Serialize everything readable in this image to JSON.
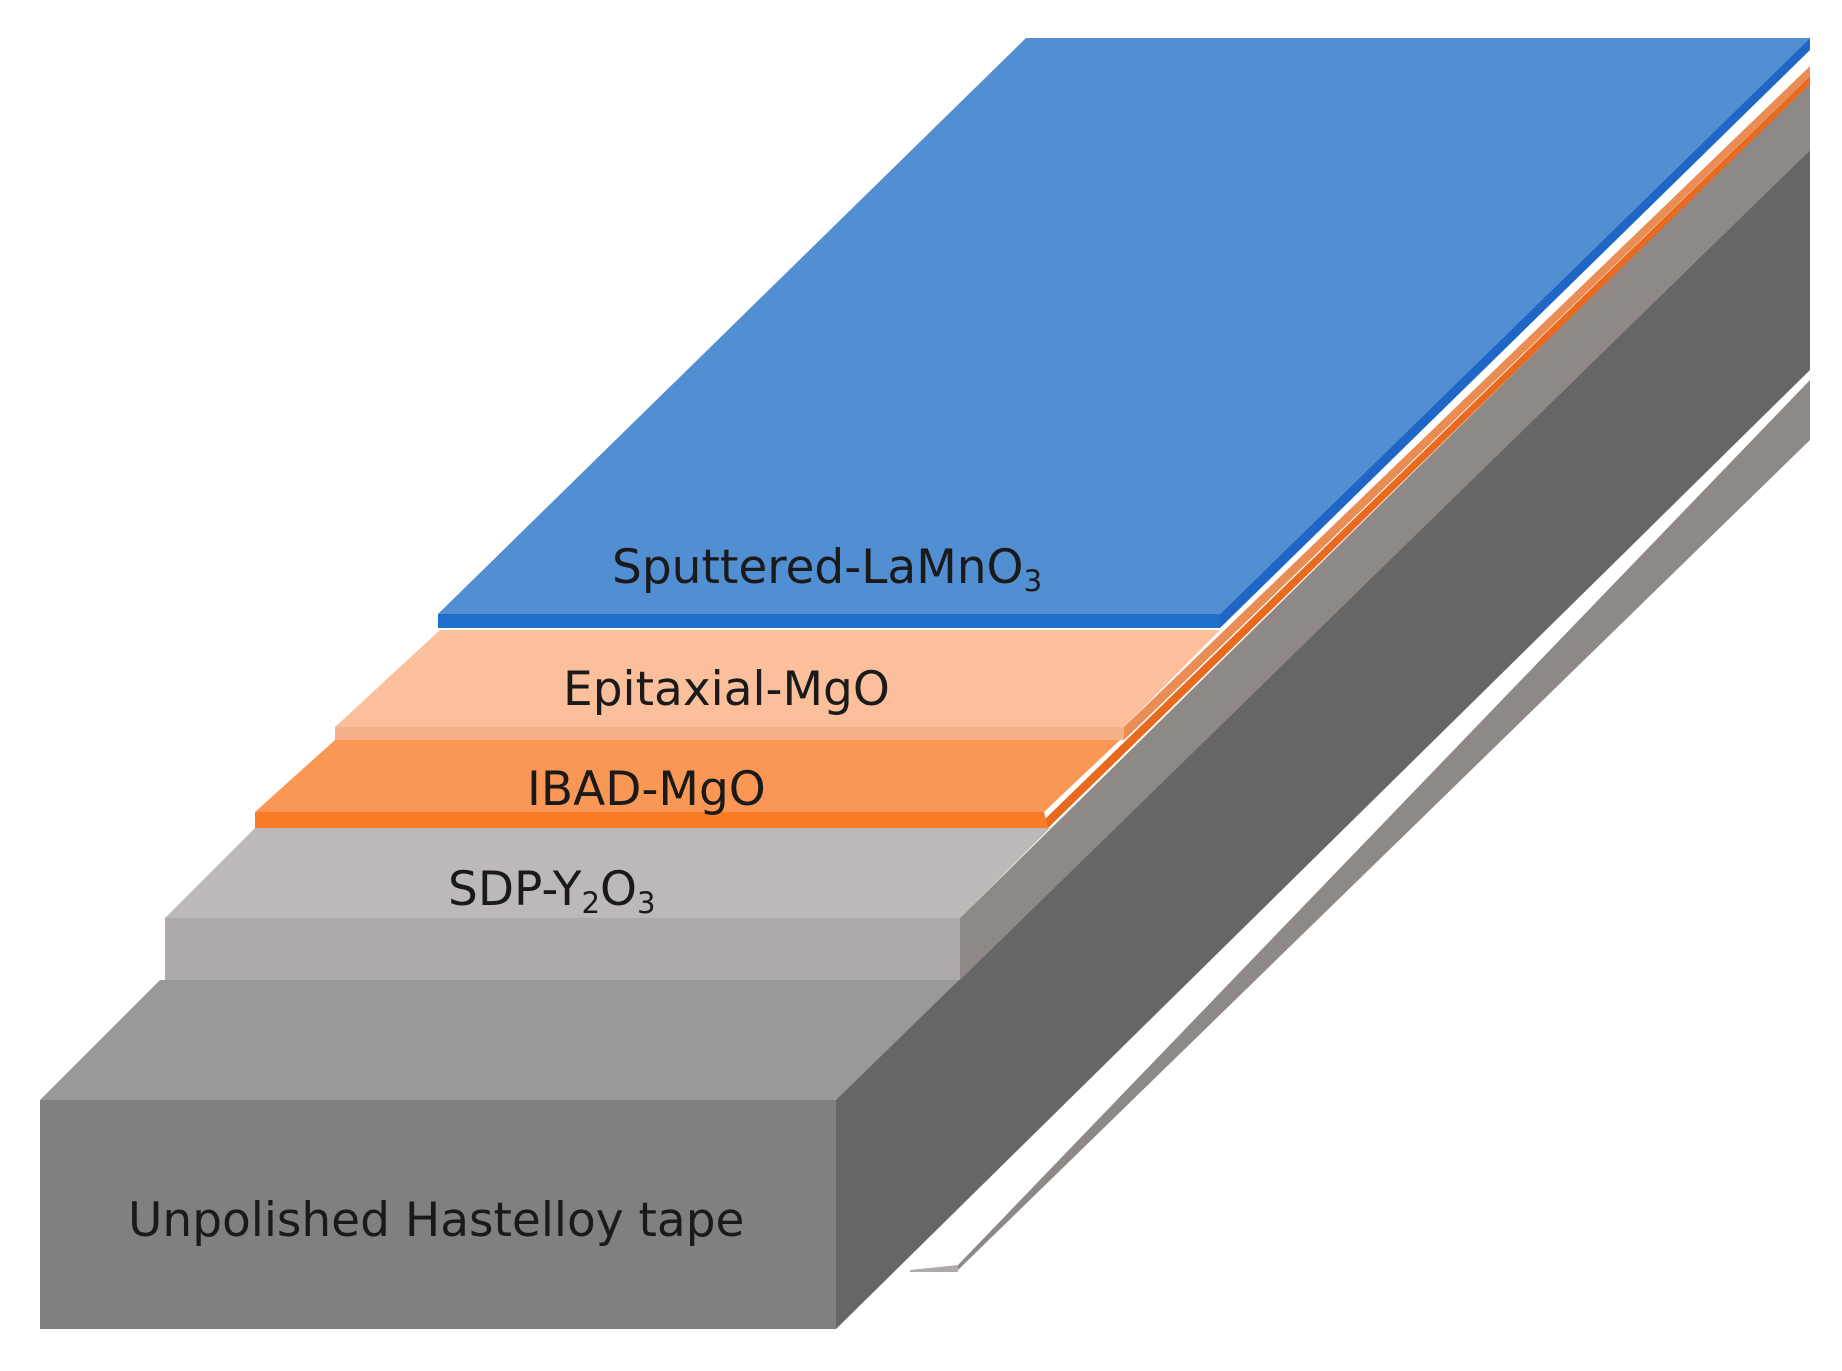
{
  "diagram": {
    "layers": [
      {
        "id": "lamno3",
        "label_parts": [
          {
            "text": "Sputtered-LaMnO",
            "sub": false
          },
          {
            "text": "3",
            "sub": true
          }
        ],
        "color": "#528ed2"
      },
      {
        "id": "epi",
        "label_parts": [
          {
            "text": "Epitaxial-MgO",
            "sub": false
          }
        ],
        "color": "#fbbf9c"
      },
      {
        "id": "ibad",
        "label_parts": [
          {
            "text": "IBAD-MgO",
            "sub": false
          }
        ],
        "color": "#fb9755"
      },
      {
        "id": "sdp",
        "label_parts": [
          {
            "text": "SDP-Y",
            "sub": false
          },
          {
            "text": "2",
            "sub": true
          },
          {
            "text": "O",
            "sub": false
          },
          {
            "text": "3",
            "sub": true
          }
        ],
        "color": "#bdb9b8"
      },
      {
        "id": "tape",
        "label_parts": [
          {
            "text": "Unpolished Hastelloy tape",
            "sub": false
          }
        ],
        "color": "#808080"
      }
    ]
  }
}
